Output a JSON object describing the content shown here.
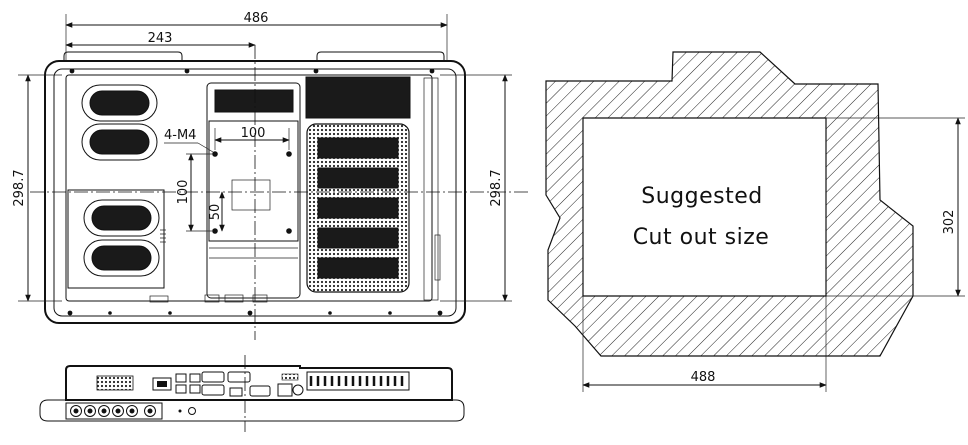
{
  "dimensions": {
    "overall_width": "486",
    "half_width": "243",
    "height_left": "298.7",
    "height_right": "298.7",
    "vesa_horizontal": "100",
    "vesa_vertical": "100",
    "vesa_inner": "50",
    "mount_screws": "4-M4"
  },
  "cutout": {
    "line1": "Suggested",
    "line2": "Cut out size",
    "width": "488",
    "height": "302"
  },
  "colors": {
    "line": "#111111",
    "background": "#ffffff"
  }
}
